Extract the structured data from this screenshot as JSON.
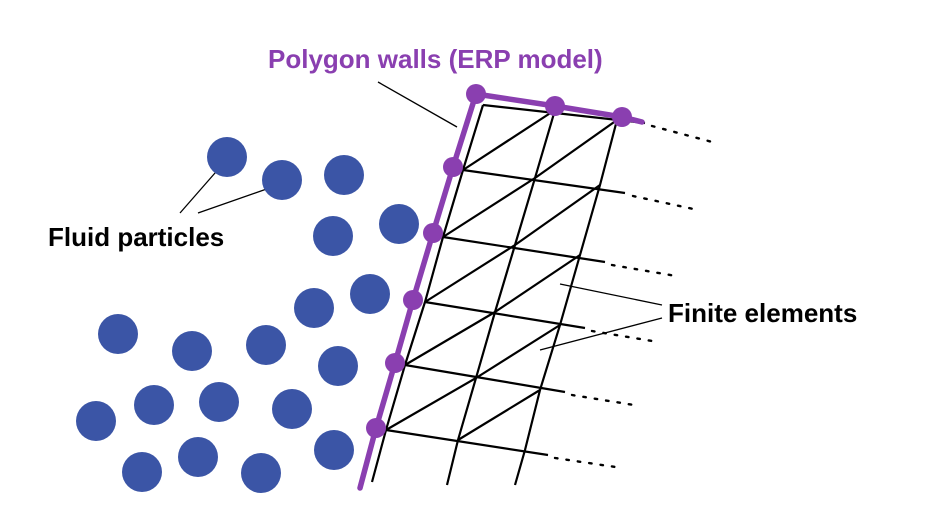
{
  "labels": {
    "polygon_walls": "Polygon walls (ERP model)",
    "fluid_particles": "Fluid particles",
    "finite_elements": "Finite elements"
  },
  "colors": {
    "wall": "#8a3fb0",
    "particle": "#3b55a6",
    "mesh": "#000000",
    "text": "#000000"
  }
}
